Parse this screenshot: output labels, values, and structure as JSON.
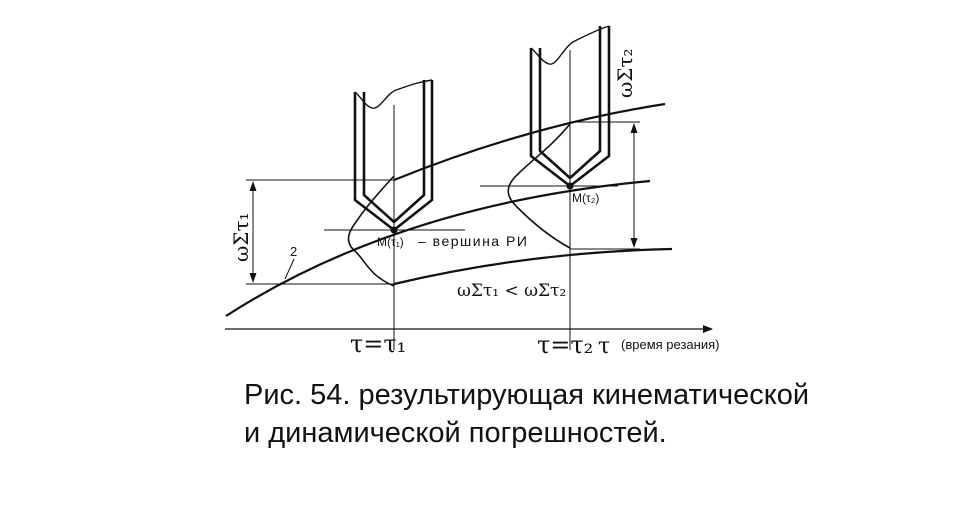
{
  "labels": {
    "omega_tau1": "ωΣτ₁",
    "omega_tau2": "ωΣτ₂",
    "curve_number": "2",
    "point_m1": "М(τ₁)",
    "tip_note": "– вершина РИ",
    "point_m2": "М(τ₂)",
    "inequality": "ωΣτ₁ < ωΣτ₂",
    "tau_eq_tau1": "τ=τ₁",
    "tau_eq_tau2": "τ=τ₂",
    "x_axis_symbol": "τ",
    "x_axis_note": "(время резания)"
  },
  "caption": {
    "line1": "Рис. 54. результирующая кинематической",
    "line2": "и динамической погрешностей."
  }
}
